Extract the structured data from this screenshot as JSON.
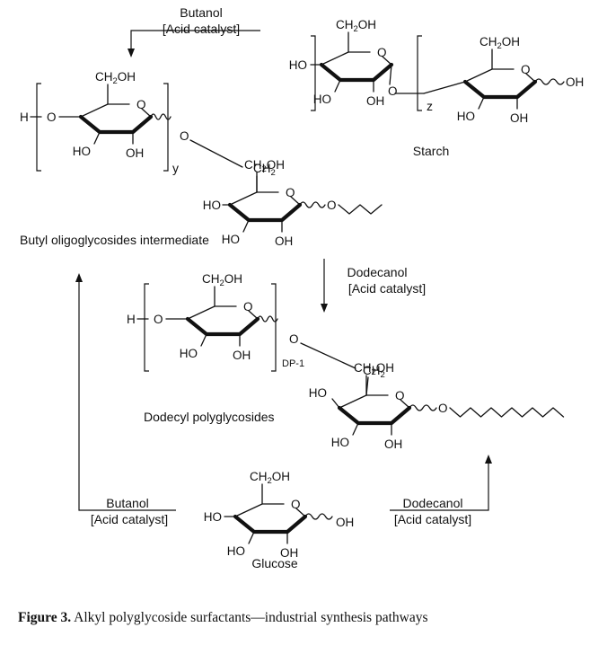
{
  "labels": {
    "starch": "Starch",
    "butyl_intermediate": "Butyl oligoglycosides intermediate",
    "dodecyl_polyglycosides": "Dodecyl polyglycosides",
    "glucose": "Glucose"
  },
  "reagents": {
    "top_butanol": "Butanol",
    "top_acid": "[Acid catalyst]",
    "mid_dodecanol": "Dodecanol",
    "mid_acid": "[Acid catalyst]",
    "bottom_left_butanol": "Butanol",
    "bottom_left_acid": "[Acid catalyst]",
    "bottom_right_dodecanol": "Dodecanol",
    "bottom_right_acid": "[Acid catalyst]"
  },
  "groups": {
    "ch2oh": "CH2OH",
    "ch2": "CH2",
    "ho": "HO",
    "oh": "OH",
    "o": "O",
    "h": "H"
  },
  "subscripts": {
    "z": "z",
    "y": "y",
    "dp": "DP-1"
  },
  "caption": {
    "prefix": "Figure 3.",
    "text": " Alkyl polyglycoside surfactants—industrial synthesis pathways"
  }
}
